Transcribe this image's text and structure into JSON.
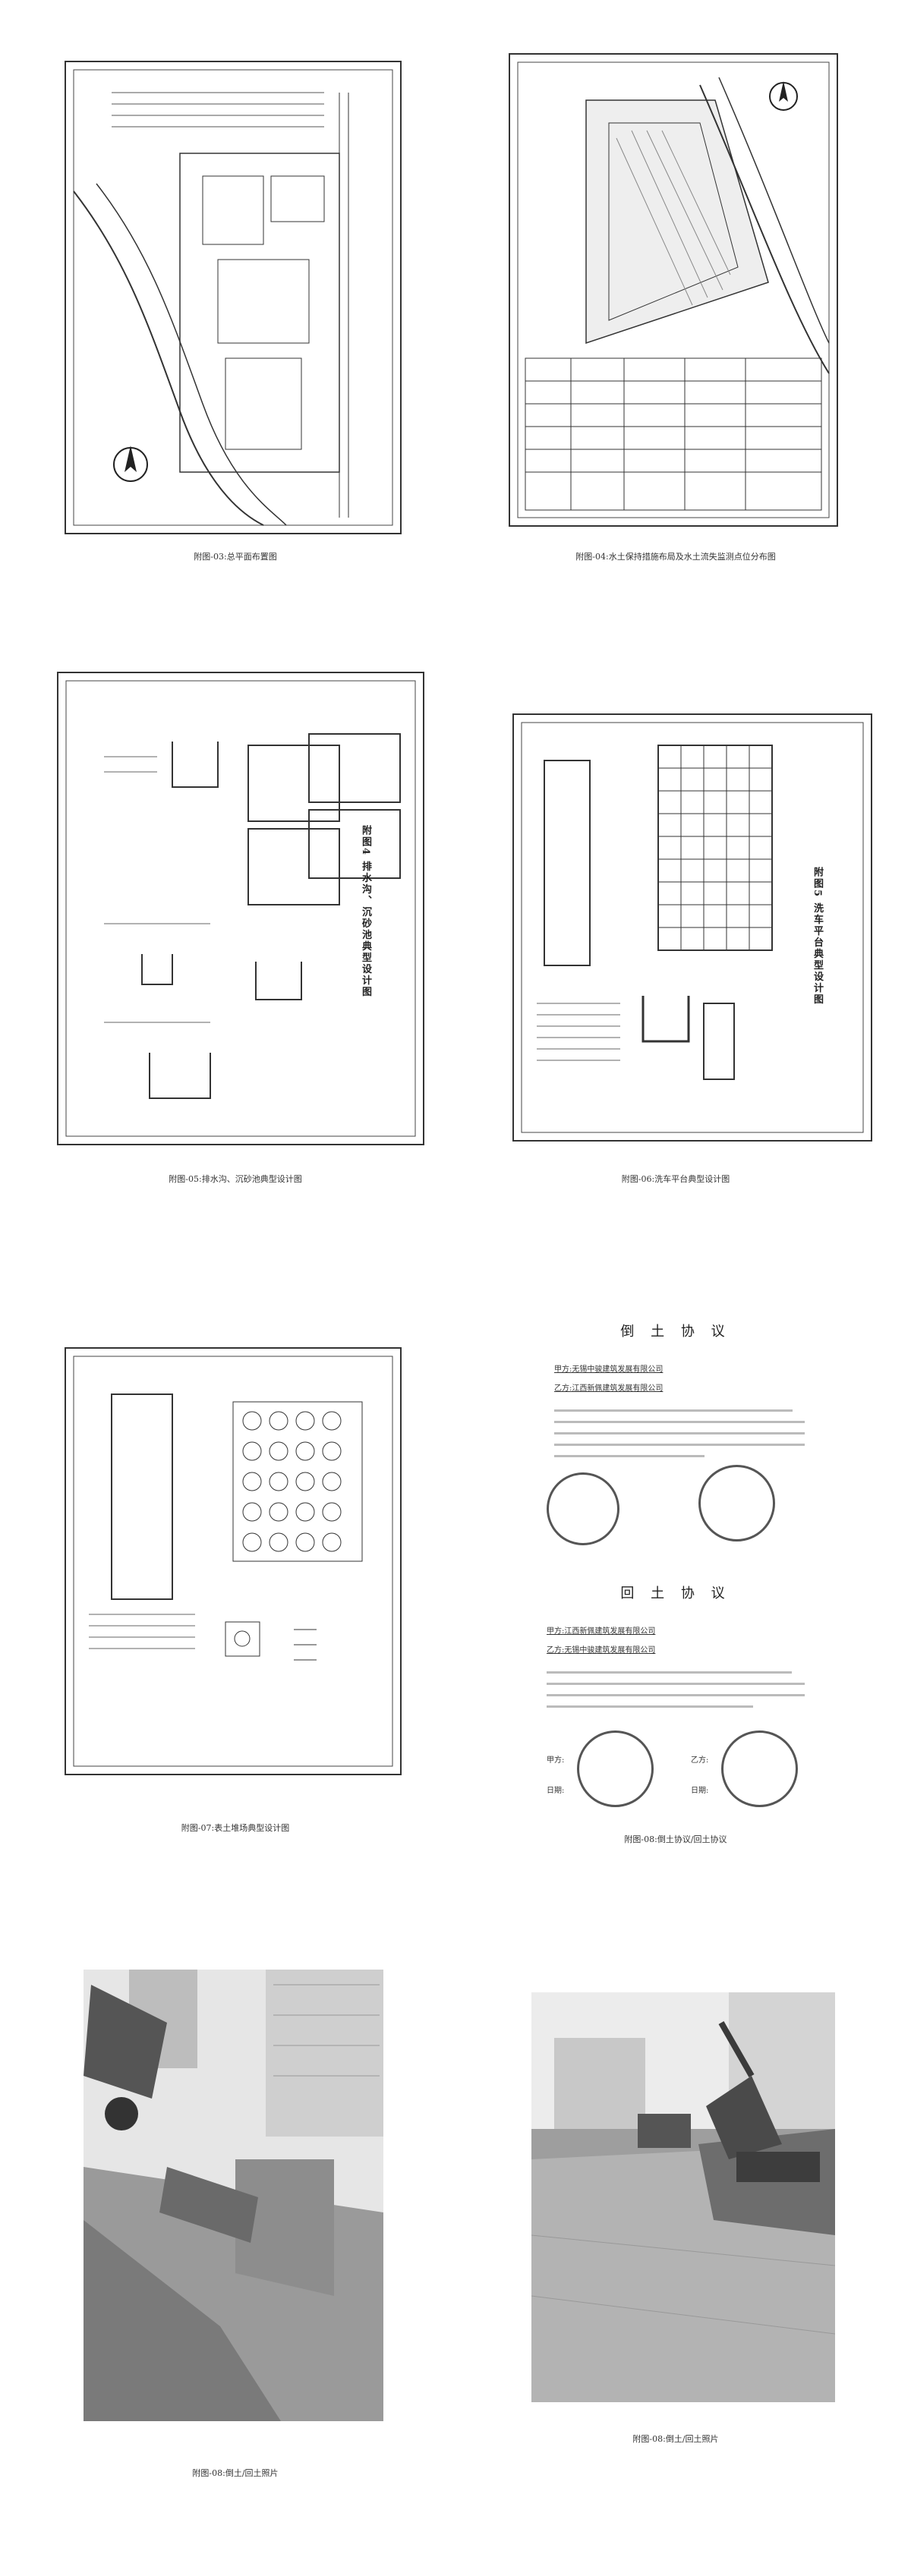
{
  "captions": {
    "p03": "附图-03:总平面布置图",
    "p04": "附图-04:水土保持措施布局及水土流失监测点位分布图",
    "p05": "附图-05:排水沟、沉砂池典型设计图",
    "p06": "附图-06:洗车平台典型设计图",
    "p07": "附图-07:表土堆场典型设计图",
    "p08a": "附图-08:倒土协议/回土协议",
    "p08b": "附图-08:倒土/回土照片",
    "p08c": "附图-08:倒土/回土照片"
  },
  "drawing_titles": {
    "p05": "附图4  排水沟、沉砂池典型设计图",
    "p06": "附图5  洗车平台典型设计图"
  },
  "agreement1": {
    "title": "倒 土 协 议",
    "party_a": "甲方:无锡中骏建筑发展有限公司",
    "party_b": "乙方:江西新佩建筑发展有限公司"
  },
  "agreement2": {
    "title": "回 土 协 议",
    "party_a": "甲方:江西新佩建筑发展有限公司",
    "party_b": "乙方:无锡中骏建筑发展有限公司",
    "sign_a": "甲方:",
    "sign_b": "乙方:",
    "date_a": "日期:",
    "date_b": "日期:"
  }
}
